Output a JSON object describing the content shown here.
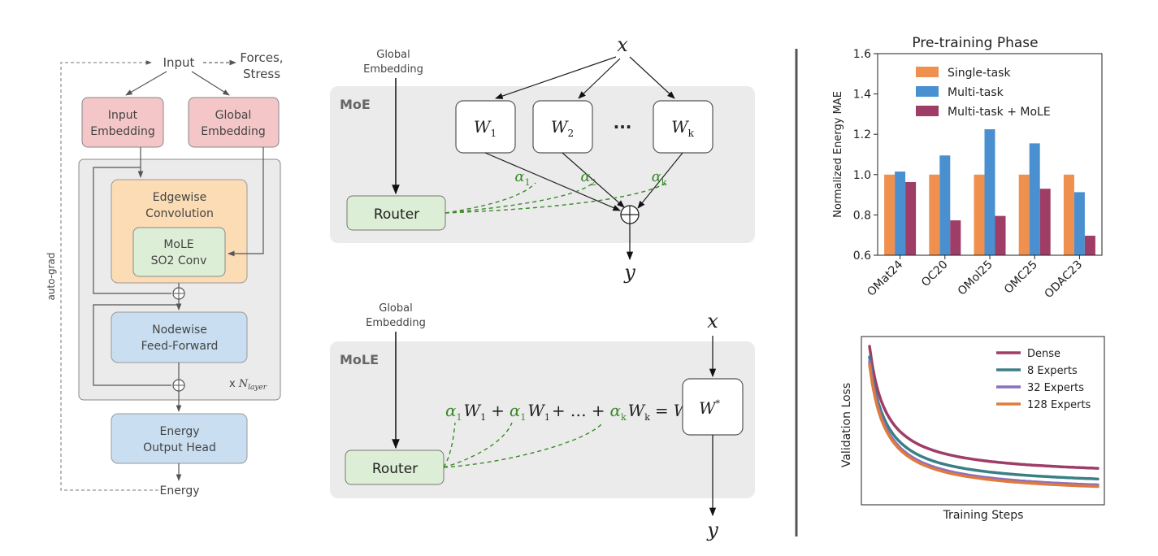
{
  "architecture": {
    "input": "Input",
    "forces": [
      "Forces,",
      "Stress"
    ],
    "input_embedding": [
      "Input",
      "Embedding"
    ],
    "global_embedding": [
      "Global",
      "Embedding"
    ],
    "edgewise": [
      "Edgewise",
      "Convolution"
    ],
    "mole_conv": [
      "MoLE",
      "SO2 Conv"
    ],
    "nodewise": [
      "Nodewise",
      "Feed-Forward"
    ],
    "layer_mult": "x",
    "layer_var": "N",
    "layer_sub": "layer",
    "output_head": [
      "Energy",
      "Output Head"
    ],
    "energy": "Energy",
    "autograd": "auto-grad",
    "plus": "+"
  },
  "moe": {
    "panel_label": "MoE",
    "global_embedding": [
      "Global",
      "Embedding"
    ],
    "input_var": "x",
    "output_var": "y",
    "experts": [
      {
        "base": "W",
        "sub": "1"
      },
      {
        "base": "W",
        "sub": "2"
      },
      {
        "base": "W",
        "sub": "k"
      }
    ],
    "dots": "···",
    "alphas": [
      {
        "base": "α",
        "sub": "1"
      },
      {
        "base": "α",
        "sub": "2"
      },
      {
        "base": "α",
        "sub": "k"
      }
    ],
    "router": "Router"
  },
  "mole": {
    "panel_label": "MoLE",
    "global_embedding": [
      "Global",
      "Embedding"
    ],
    "input_var": "x",
    "output_var": "y",
    "router": "Router",
    "equation": {
      "alpha": "α",
      "w": "W",
      "sub1": "1",
      "subk": "k",
      "plus": "+",
      "ellipsis": "…",
      "equals": "=",
      "result": "W",
      "star": "*"
    },
    "merged_box": {
      "base": "W",
      "sup": "*"
    }
  },
  "colors": {
    "embedding": "#f4c6c8",
    "edgewise": "#fbdcb4",
    "mole": "#ddeed6",
    "blue_box": "#c9dff1",
    "panel": "#ebebeb",
    "green_dash": "#3a8a2a"
  },
  "chart_data": [
    {
      "type": "bar",
      "title": "Pre-training Phase",
      "xlabel": "",
      "ylabel": "Normalized Energy MAE",
      "ylim": [
        0.6,
        1.6
      ],
      "yticks": [
        0.6,
        0.8,
        1.0,
        1.2,
        1.4,
        1.6
      ],
      "ytick_labels": [
        "0.6",
        "0.8",
        "1.0",
        "1.2",
        "1.4",
        "1.6"
      ],
      "categories": [
        "OMat24",
        "OC20",
        "OMol25",
        "OMC25",
        "ODAC23"
      ],
      "legend_position": "top-right",
      "series": [
        {
          "name": "Single-task",
          "color": "#f0904e",
          "values": [
            1.0,
            1.0,
            1.0,
            1.0,
            1.0
          ]
        },
        {
          "name": "Multi-task",
          "color": "#4a90d0",
          "values": [
            1.015,
            1.095,
            1.225,
            1.155,
            0.913
          ]
        },
        {
          "name": "Multi-task + MoLE",
          "color": "#9e3d66",
          "values": [
            0.963,
            0.773,
            0.795,
            0.93,
            0.697
          ]
        }
      ]
    },
    {
      "type": "line",
      "xlabel": "Training Steps",
      "ylabel": "Validation Loss",
      "ticks": "none",
      "legend_position": "top-right",
      "series": [
        {
          "name": "Dense",
          "color": "#9e3d66",
          "start": 1.0,
          "floor": 0.14
        },
        {
          "name": "8 Experts",
          "color": "#3b7f86",
          "start": 0.93,
          "floor": 0.07
        },
        {
          "name": "32 Experts",
          "color": "#8c6fc0",
          "start": 0.9,
          "floor": 0.03
        },
        {
          "name": "128 Experts",
          "color": "#e07a3c",
          "start": 0.88,
          "floor": 0.02
        }
      ]
    }
  ]
}
